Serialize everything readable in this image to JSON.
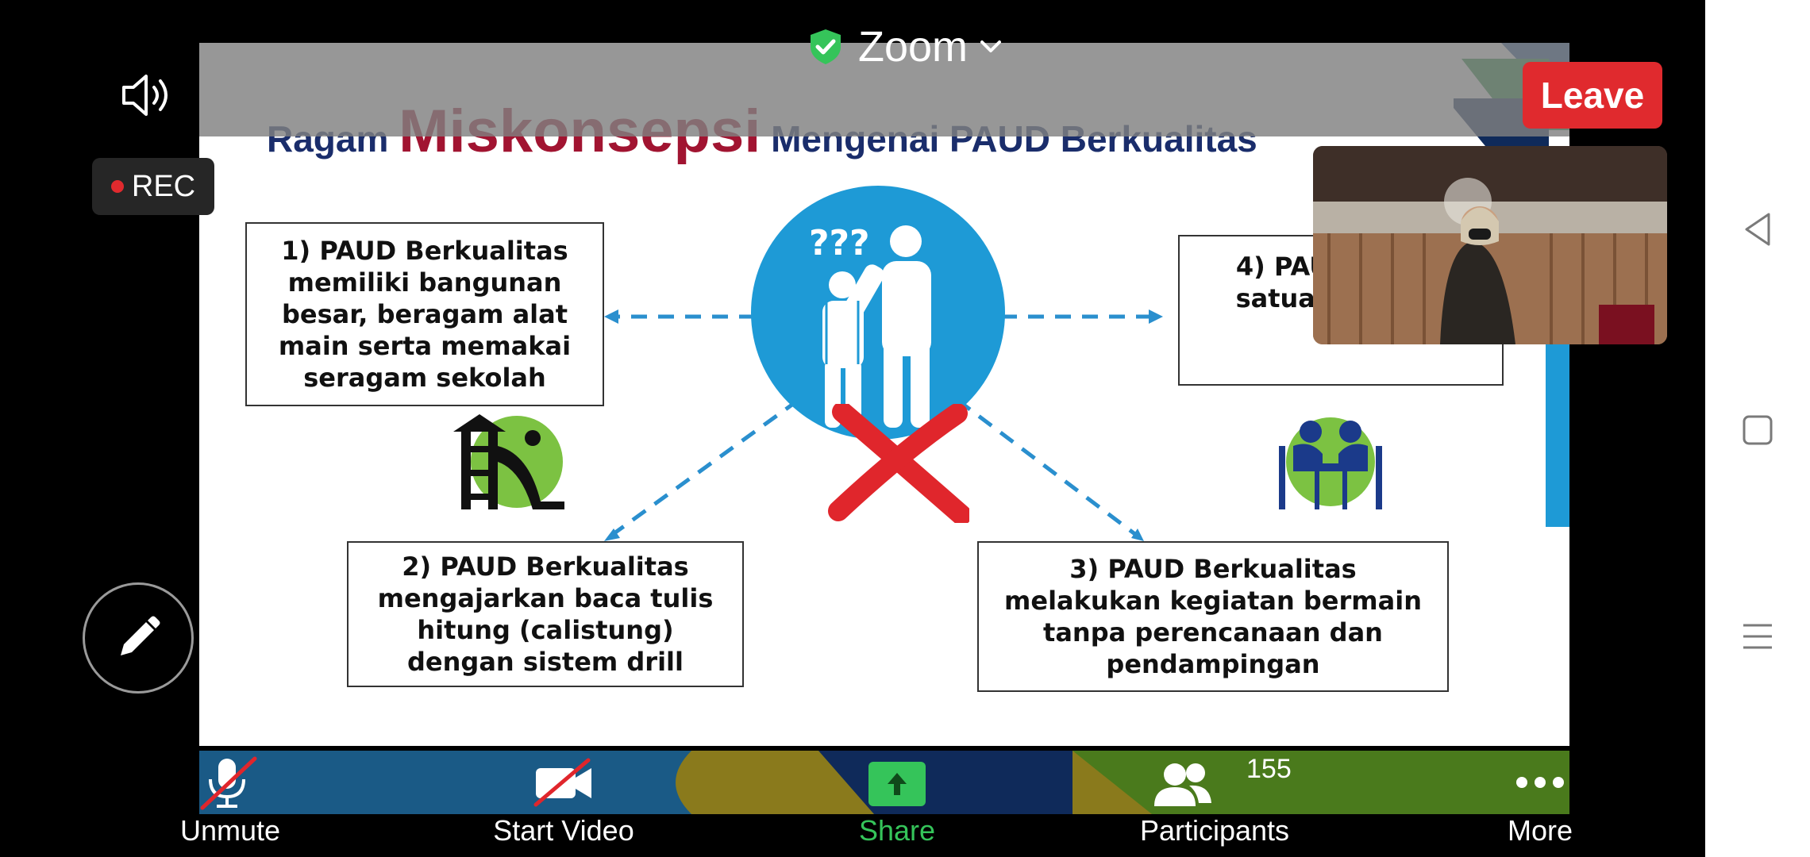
{
  "app": {
    "title": "Zoom",
    "leave_label": "Leave",
    "rec_label": "REC"
  },
  "slide": {
    "title_prefix": "Ragam",
    "title_emphasis": "Miskonsepsi",
    "title_suffix": "Mengenai PAUD Berkualitas",
    "boxes": [
      {
        "text": "1) PAUD Berkualitas memiliki bangunan besar, beragam alat main serta memakai seragam sekolah"
      },
      {
        "text": "2) PAUD Berkualitas mengajarkan baca tulis hitung (calistung) dengan sistem drill"
      },
      {
        "text": "3) PAUD Berkualitas melakukan kegiatan bermain tanpa perencanaan dan pendampingan"
      },
      {
        "text": "4) PAUD sebag satuan PAUDni"
      }
    ]
  },
  "toolbar": {
    "unmute_label": "Unmute",
    "start_video_label": "Start Video",
    "share_label": "Share",
    "participants_label": "Participants",
    "participants_count": "155",
    "more_label": "More"
  },
  "colors": {
    "leave": "#e02a2e",
    "share": "#35c45a",
    "slide_blue": "#1e9ad6",
    "title_red": "#a11431",
    "title_navy": "#1a2d6b"
  },
  "icons": {
    "volume": "speaker-icon",
    "security": "shield-check-icon",
    "pen": "pencil-icon",
    "nav": [
      "back-triangle-icon",
      "home-square-icon",
      "recents-lines-icon"
    ]
  }
}
